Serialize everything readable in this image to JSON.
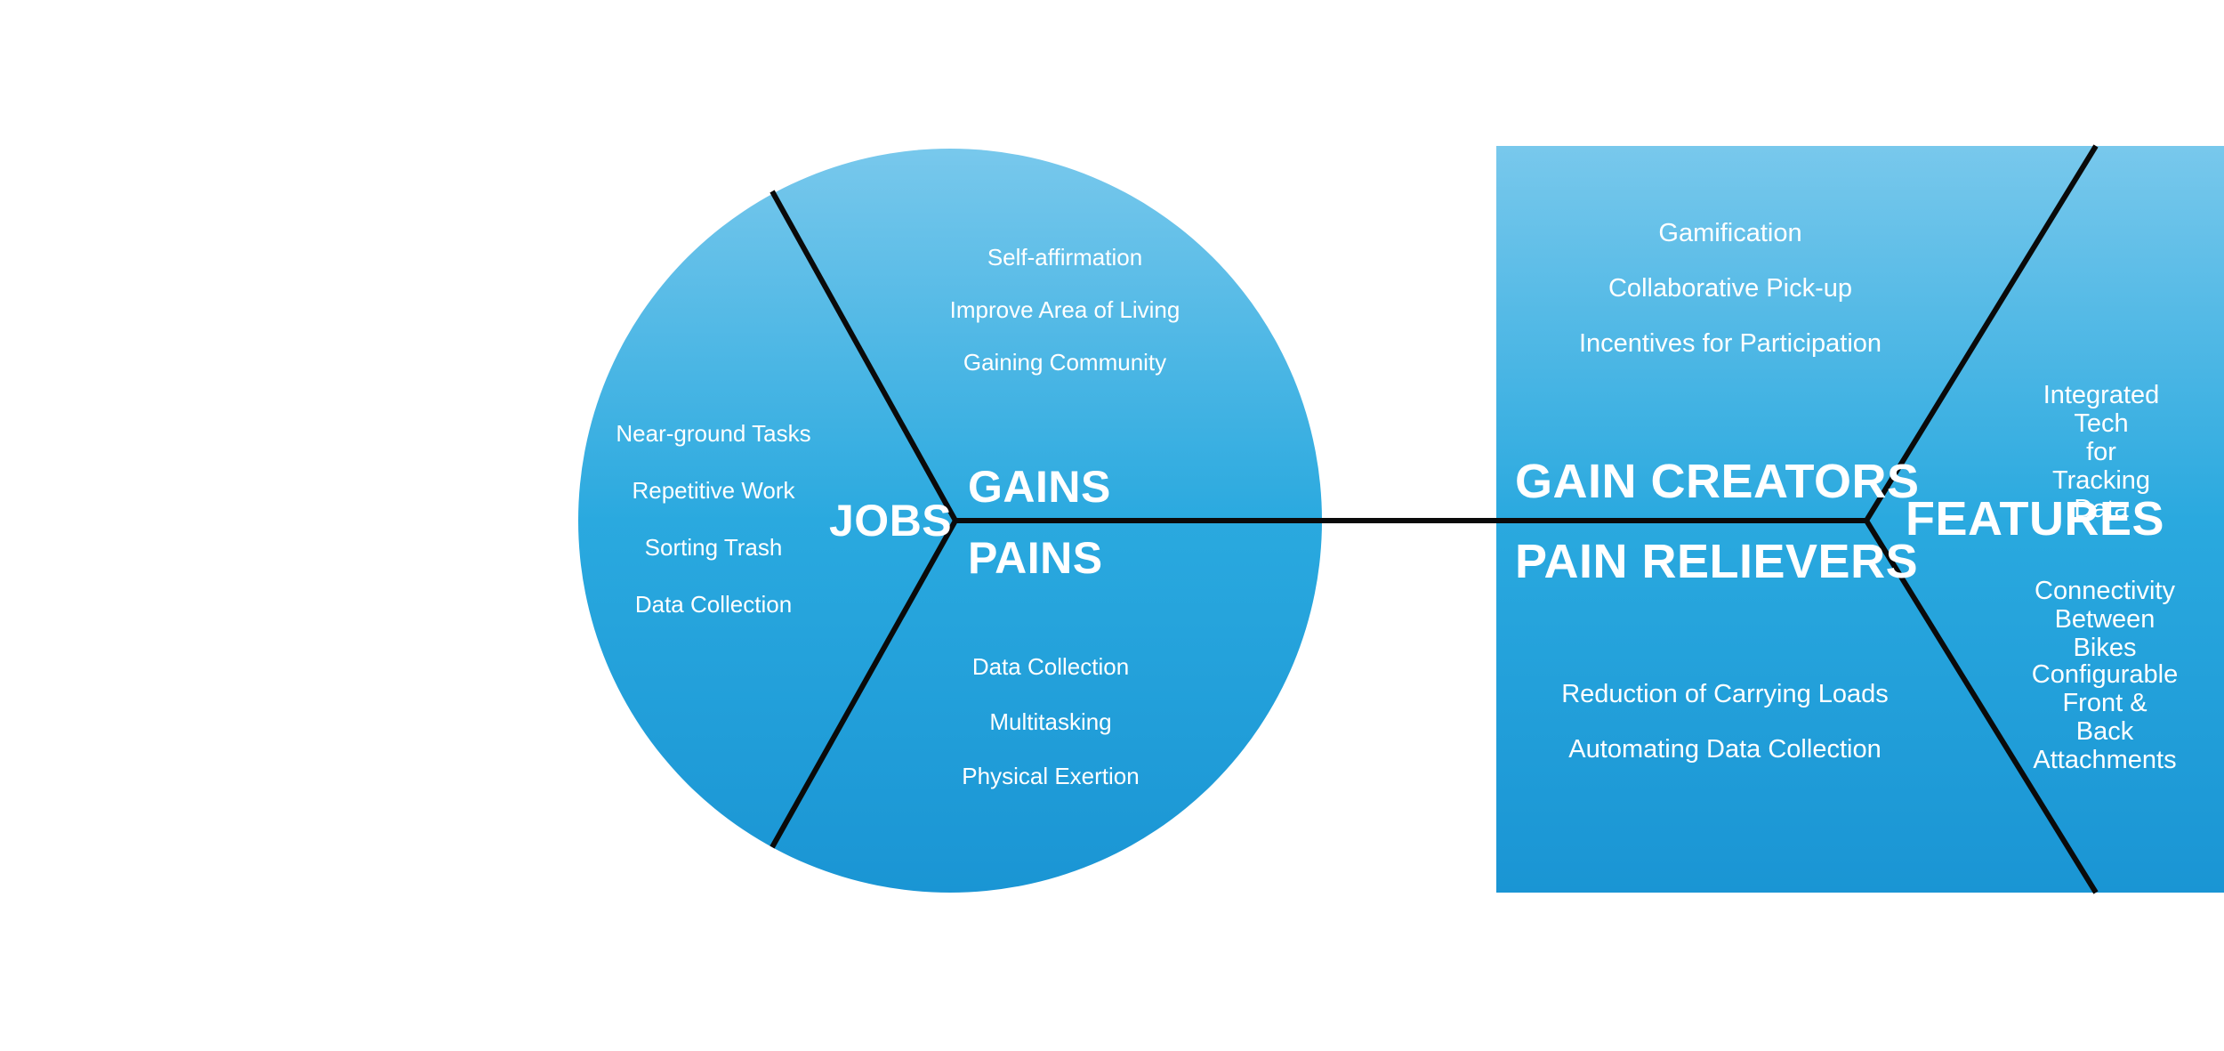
{
  "colors": {
    "gradient_top": "#78c8ec",
    "gradient_mid": "#2aa9df",
    "gradient_bottom": "#1a95d4",
    "line": "#0a0a0a",
    "text": "#ffffff"
  },
  "customer_profile": {
    "gains_label": "GAINS",
    "pains_label": "PAINS",
    "jobs_label": "JOBS",
    "gains": [
      "Self-affirmation",
      "Improve Area of Living",
      "Gaining Community"
    ],
    "jobs": [
      "Near-ground Tasks",
      "Repetitive Work",
      "Sorting Trash",
      "Data Collection"
    ],
    "pains": [
      "Data Collection",
      "Multitasking",
      "Physical Exertion"
    ]
  },
  "value_map": {
    "gain_creators_label": "GAIN CREATORS",
    "pain_relievers_label": "PAIN RELIEVERS",
    "features_label": "FEATURES",
    "gain_creators": [
      "Gamification",
      "Collaborative Pick-up",
      "Incentives for Participation"
    ],
    "pain_relievers": [
      "Reduction of Carrying Loads",
      "Automating Data Collection"
    ],
    "features": [
      "Integrated Tech\nfor Tracking Data",
      "Connectivity\nBetween Bikes",
      "Configurable\nFront & Back\nAttachments"
    ]
  }
}
